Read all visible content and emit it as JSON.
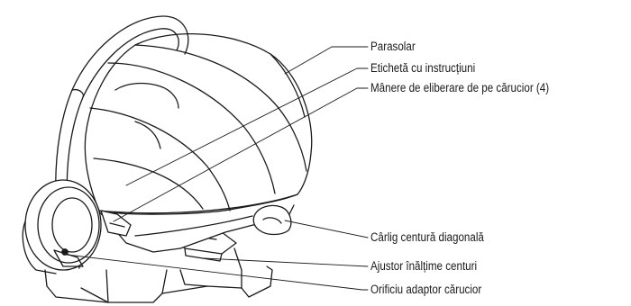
{
  "callouts": [
    {
      "id": "canopy",
      "label": "Parasolar"
    },
    {
      "id": "instruction-label",
      "label": "Etichetă cu instrucțiuni"
    },
    {
      "id": "stroller-release-handles",
      "label": "Mânere de eliberare de pe cărucior  (4)"
    },
    {
      "id": "shoulder-belt-hook",
      "label": "Cârlig centură diagonală"
    },
    {
      "id": "harness-height-adjuster",
      "label": "Ajustor înălțime centuri"
    },
    {
      "id": "stroller-adapter-hole",
      "label": "Orificiu adaptor cărucior"
    }
  ],
  "colors": {
    "line": "#1a1a1a",
    "text": "#1a1a1a",
    "fill": "#ffffff"
  }
}
